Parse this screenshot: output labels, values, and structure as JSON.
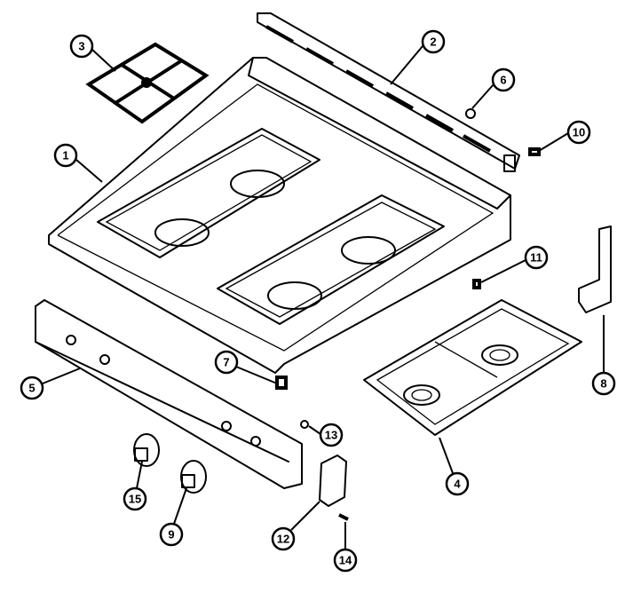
{
  "diagram": {
    "type": "exploded parts diagram",
    "callouts": [
      {
        "id": "callout-1",
        "text": "1"
      },
      {
        "id": "callout-2",
        "text": "2"
      },
      {
        "id": "callout-3",
        "text": "3"
      },
      {
        "id": "callout-4",
        "text": "4"
      },
      {
        "id": "callout-5",
        "text": "5"
      },
      {
        "id": "callout-6",
        "text": "6"
      },
      {
        "id": "callout-7",
        "text": "7"
      },
      {
        "id": "callout-8",
        "text": "8"
      },
      {
        "id": "callout-9",
        "text": "9"
      },
      {
        "id": "callout-10",
        "text": "10"
      },
      {
        "id": "callout-11",
        "text": "11"
      },
      {
        "id": "callout-12",
        "text": "12"
      },
      {
        "id": "callout-13",
        "text": "13"
      },
      {
        "id": "callout-14",
        "text": "14"
      },
      {
        "id": "callout-15",
        "text": "15"
      }
    ]
  }
}
